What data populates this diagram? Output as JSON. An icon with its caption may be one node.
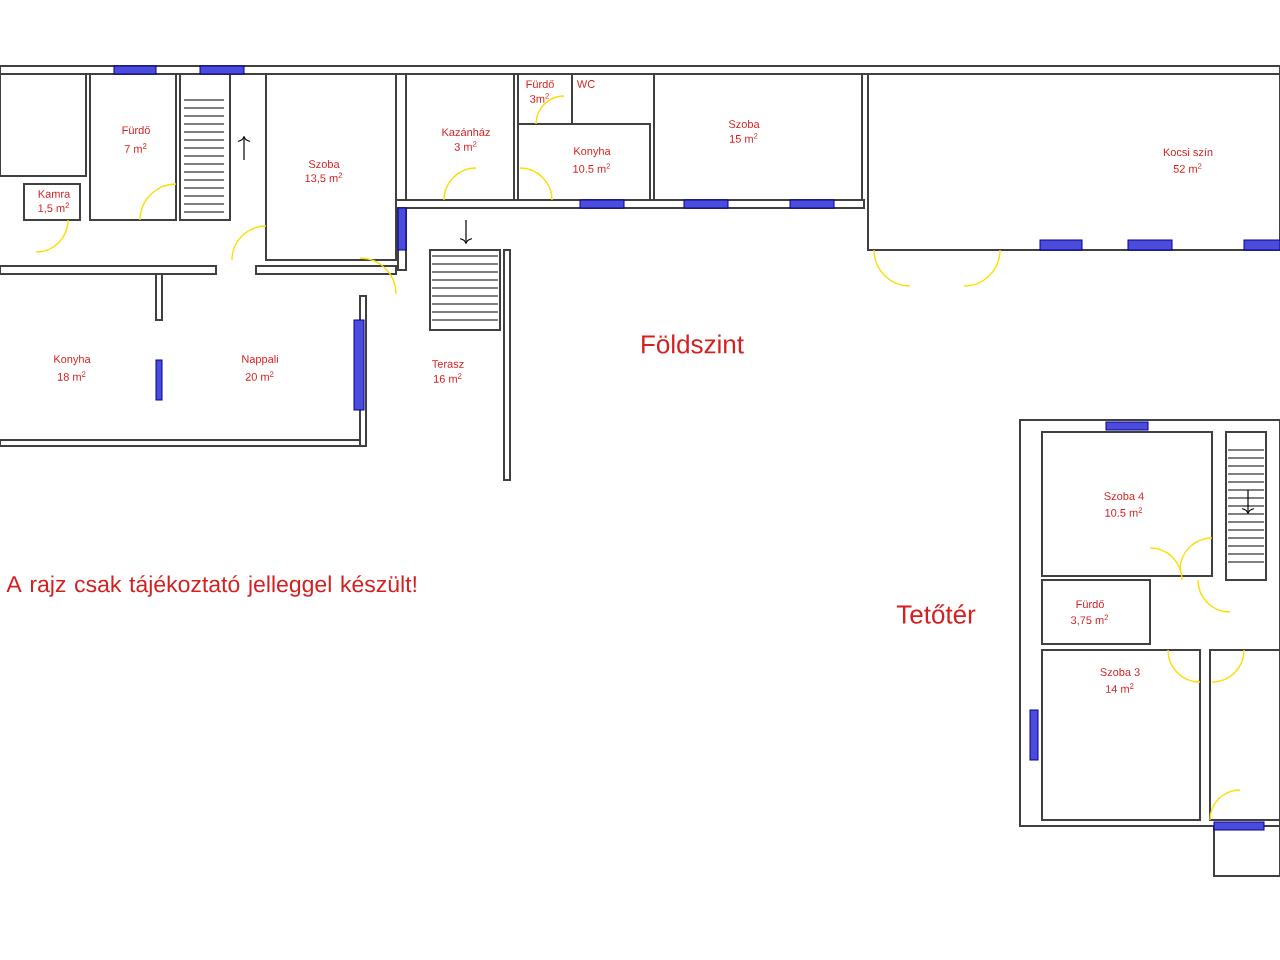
{
  "diagram": {
    "labels": [
      "Fürdő",
      "7 m$^{2}$",
      "Kamra",
      "1,5 m$^{2}$",
      "Szoba",
      "13,5 m$^{2}$",
      "Konyha",
      "18 m$^{2}$",
      "Nappali",
      "20 m$^{2}$",
      "Kazánház",
      "3 m$^{2}$",
      "Fürdő",
      "3m$^{2}$",
      "WC",
      "Konyha",
      "10.5 m$^{2}$",
      "Szoba",
      "15 m$^{2}$",
      "Kocsi szín",
      "52 m$^{2}$",
      "Terasz",
      "16 m$^{2}$",
      "Földszint",
      "A rajz csak tájékoztató jelleggel készült!",
      "Szoba 4",
      "10.5 m$^{2}$",
      "Tetőtér",
      "Fürdő",
      "3,75 m$^{2}$",
      "Szoba 3",
      "14 m$^{2}$"
    ]
  }
}
